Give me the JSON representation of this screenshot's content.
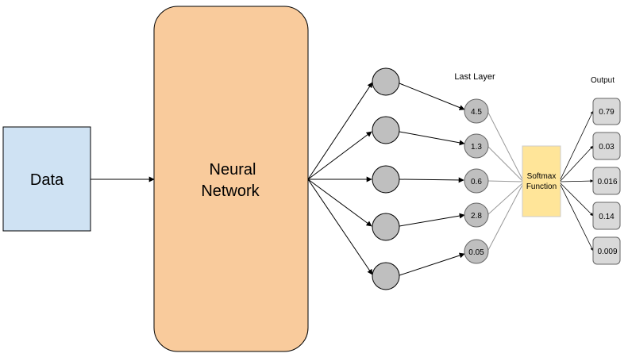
{
  "data_box": {
    "label": "Data",
    "fill": "#cfe2f3"
  },
  "network_box": {
    "label_line1": "Neural",
    "label_line2": "Network",
    "fill": "#f9cb9c"
  },
  "last_layer": {
    "title": "Last Layer",
    "values": [
      "4.5",
      "1.3",
      "0.6",
      "2.8",
      "0.05"
    ],
    "fill": "#bfbfbf"
  },
  "hidden_node_fill": "#bfbfbf",
  "softmax": {
    "label_line1": "Softmax",
    "label_line2": "Function",
    "fill": "#ffe599"
  },
  "output": {
    "title": "Output",
    "values": [
      "0.79",
      "0.03",
      "0.016",
      "0.14",
      "0.009"
    ],
    "fill": "#d9d9d9"
  }
}
